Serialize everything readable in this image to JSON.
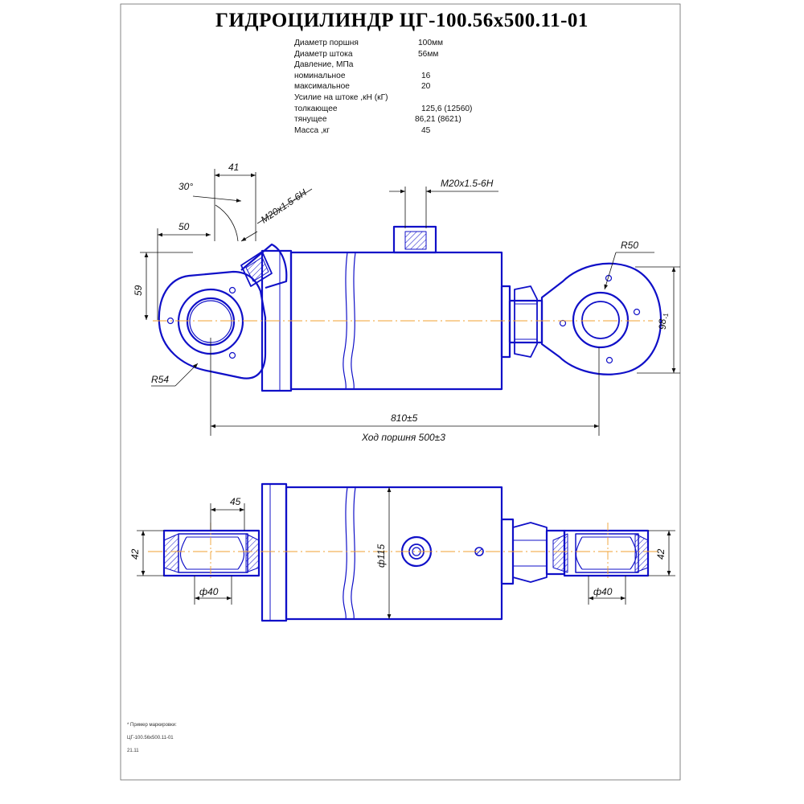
{
  "title": "ГИДРОЦИЛИНДР  ЦГ-100.56х500.11-01",
  "specs": [
    {
      "label": "Диаметр поршня",
      "value": "100мм"
    },
    {
      "label": "Диаметр штока",
      "value": "56мм"
    },
    {
      "label": "Давление, МПа",
      "value": ""
    },
    {
      "label": "номинальное",
      "value": "16"
    },
    {
      "label": "максимальное",
      "value": "20"
    },
    {
      "label": "Усилие на штоке ,кН (кГ)",
      "value": ""
    },
    {
      "label": "толкающее",
      "value": "125,6 (12560)"
    },
    {
      "label": "тянущее",
      "value": "86,21  (8621)"
    },
    {
      "label": "Масса ,кг",
      "value": "45"
    }
  ],
  "dimensions": {
    "angle": "30°",
    "d41": "41",
    "thread_left": "M20х1.5-6H",
    "d50": "50",
    "d59": "59",
    "r54": "R54",
    "thread_top": "M20х1.5-6H",
    "r50": "R50",
    "d98": "98",
    "d98_sub": "-1",
    "length": "810±5",
    "stroke": "Ход поршня 500±3",
    "d45": "45",
    "d42_left": "42",
    "d42_right": "42",
    "phi40_left": "ф40",
    "phi40_right": "ф40",
    "phi115": "ф115"
  },
  "notes": [
    "* Пример маркировки:",
    "ЦГ-100.56х500.11-01",
    "21.11"
  ],
  "colors": {
    "outline": "#1010c8",
    "centerline": "#f0a030",
    "dimension": "#111111",
    "frame": "#555555"
  }
}
